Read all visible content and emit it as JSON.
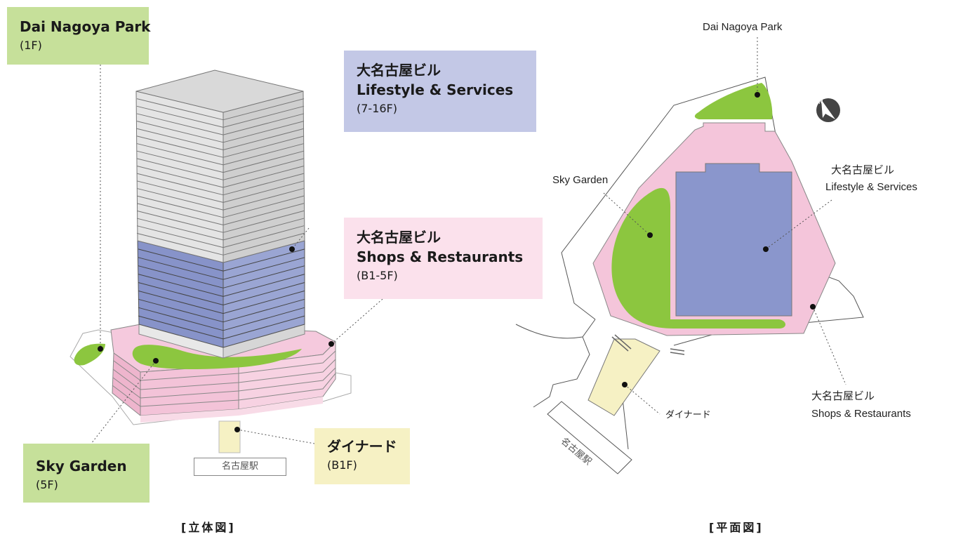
{
  "left_view": {
    "caption": "[立体図]",
    "station": "名古屋駅",
    "labels": {
      "park": {
        "name": "Dai Nagoya Park",
        "floor": "(1F)"
      },
      "lifestyle": {
        "name_jp": "大名古屋ビル",
        "name_en": "Lifestyle & Services",
        "floor": "(7-16F)"
      },
      "shops": {
        "name_jp": "大名古屋ビル",
        "name_en": "Shops & Restaurants",
        "floor": "(B1-5F)"
      },
      "sky": {
        "name": "Sky Garden",
        "floor": "(5F)"
      },
      "dinard": {
        "name": "ダイナード",
        "floor": "(B1F)"
      }
    }
  },
  "right_view": {
    "caption": "[平面図]",
    "station": "名古屋駅",
    "labels": {
      "park": "Dai Nagoya Park",
      "sky": "Sky Garden",
      "lifestyle_jp": "大名古屋ビル",
      "lifestyle_en": "Lifestyle & Services",
      "shops_jp": "大名古屋ビル",
      "shops_en": "Shops & Restaurants",
      "dinard": "ダイナード"
    }
  },
  "colors": {
    "green": "#8cc63f",
    "pink": "#f4c5da",
    "blue": "#8a96cc",
    "grey": "#e2e2e2",
    "yellow": "#f6f1c4"
  },
  "icons": [
    "compass-icon"
  ]
}
